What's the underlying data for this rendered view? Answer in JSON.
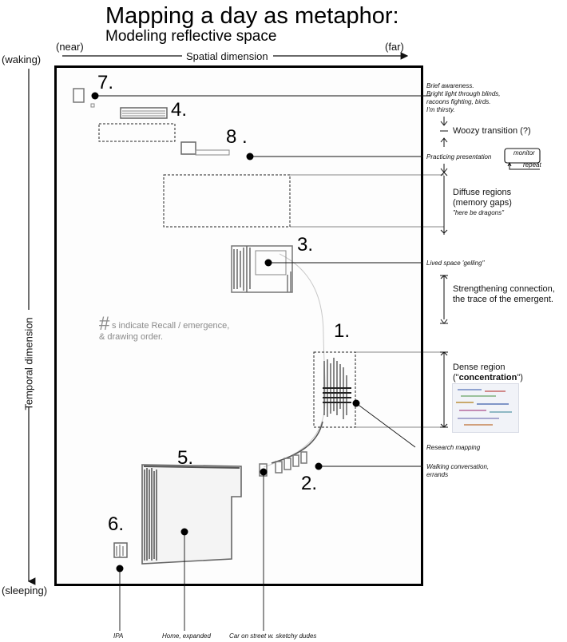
{
  "title": "Mapping a day as metaphor:",
  "subtitle": "Modeling reflective space",
  "axes": {
    "x_label": "Spatial dimension",
    "x_near": "(near)",
    "x_far": "(far)",
    "y_label": "Temporal dimension",
    "y_top": "(waking)",
    "y_bottom": "(sleeping)"
  },
  "region_numbers": [
    "7.",
    "4.",
    "8 .",
    "3.",
    "1.",
    "5.",
    "2.",
    "6."
  ],
  "recall_note": {
    "hash": "#",
    "line1": "s indicate Recall / emergence,",
    "line2": "& drawing order."
  },
  "annotations": {
    "brief_awareness": [
      "Brief awareness.",
      "Bright light through blinds,",
      "racoons fighting, birds.",
      "I'm thirsty."
    ],
    "practicing": "Practicing presentation",
    "lived_space": "Lived space 'gelling\"",
    "research_mapping": "Research mapping",
    "walking": [
      "Walking conversation,",
      "errands"
    ],
    "ipa": "IPA",
    "home": "Home, expanded",
    "car": "Car on street w. sketchy dudes"
  },
  "side_labels": {
    "woozy": "Woozy transition (?)",
    "diffuse": [
      "Diffuse regions",
      "(memory gaps)"
    ],
    "dragons": "\"here be dragons\"",
    "strengthening": [
      "Strengthening connection,",
      "the trace of the emergent."
    ],
    "dense": "Dense region",
    "concentration_open": "(\"",
    "concentration": "concentration",
    "concentration_close": "\")"
  },
  "monitor_diagram": {
    "top": "monitor",
    "bottom": "repeat"
  },
  "colors": {
    "ink": "#111111",
    "pencil": "#6f6f6f",
    "note_gray": "#8a8a8a",
    "frame": "#000000"
  }
}
